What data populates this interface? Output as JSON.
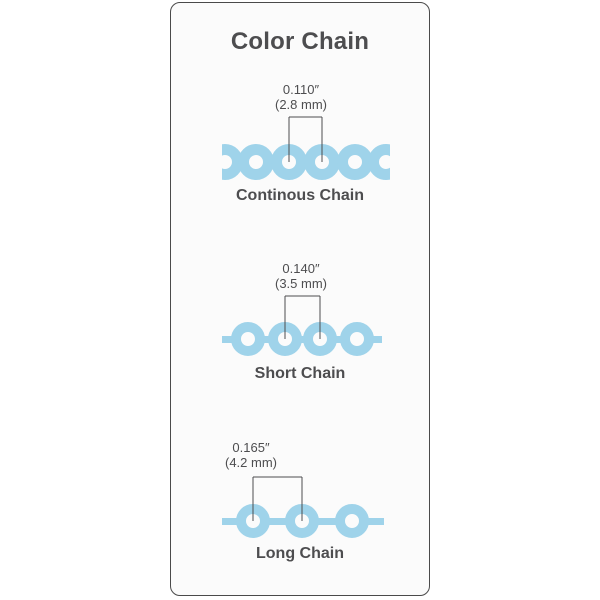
{
  "title": "Color Chain",
  "colors": {
    "chain": "#9fd3ea",
    "text": "#4d4d4f",
    "border": "#4a4a4a",
    "line": "#4d4d4f"
  },
  "chains": [
    {
      "name": "Continous Chain",
      "inch": "0.110″",
      "mm": "(2.8 mm)"
    },
    {
      "name": "Short Chain",
      "inch": "0.140″",
      "mm": "(3.5 mm)"
    },
    {
      "name": "Long Chain",
      "inch": "0.165″",
      "mm": "(4.2 mm)"
    }
  ]
}
